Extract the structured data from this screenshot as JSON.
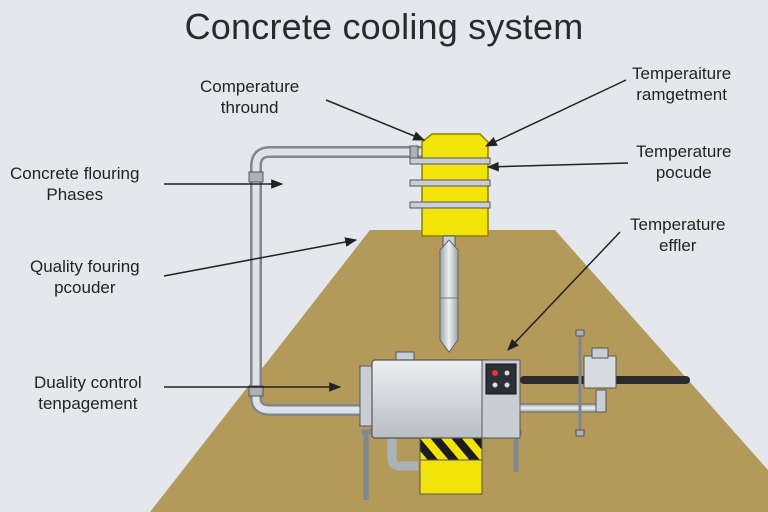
{
  "title": "Concrete cooling system",
  "labels": {
    "comperature_thround": [
      "Comperature",
      "thround"
    ],
    "concrete_flouring": [
      "Concrete flouring",
      "Phases"
    ],
    "quality_fouring": [
      "Quality fouring",
      "pcouder"
    ],
    "duality_control": [
      "Duality control",
      "tenpagement"
    ],
    "temperature_ramgetment": [
      "Temperaiture",
      "ramgetment"
    ],
    "temperature_pocude": [
      "Temperature",
      "pocude"
    ],
    "temperature_effler": [
      "Temperature",
      "effler"
    ]
  },
  "colors": {
    "background": "#e4e8ec",
    "ground": "#b39a5b",
    "tank": "#f2e40b",
    "pipe": "#c9ced4",
    "machine": "#d7dbe0",
    "line": "#333333"
  }
}
